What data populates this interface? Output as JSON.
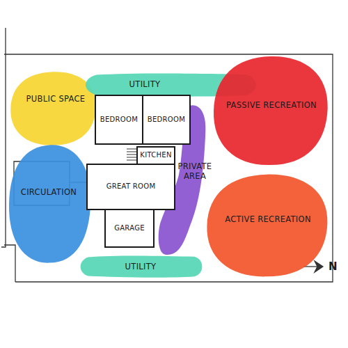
{
  "diagram": {
    "nodes": [
      {
        "text": [
          "PUBLIC SPACE"
        ]
      },
      {
        "text": [
          "UTILITY"
        ]
      },
      {
        "text": [
          "PASSIVE RECREATION"
        ]
      },
      {
        "text": [
          "BEDROOM"
        ]
      },
      {
        "text": [
          "BEDROOM"
        ]
      },
      {
        "text": [
          "KITCHEN"
        ]
      },
      {
        "text": [
          "PRIVATE AREA"
        ]
      },
      {
        "text": [
          "CIRCULATION"
        ]
      },
      {
        "text": [
          "GREAT ROOM"
        ]
      },
      {
        "text": [
          "GARAGE"
        ]
      },
      {
        "text": [
          "ACTIVE RECREATION"
        ]
      },
      {
        "text": [
          "UTILITY"
        ]
      }
    ],
    "labels": [
      "N"
    ]
  }
}
